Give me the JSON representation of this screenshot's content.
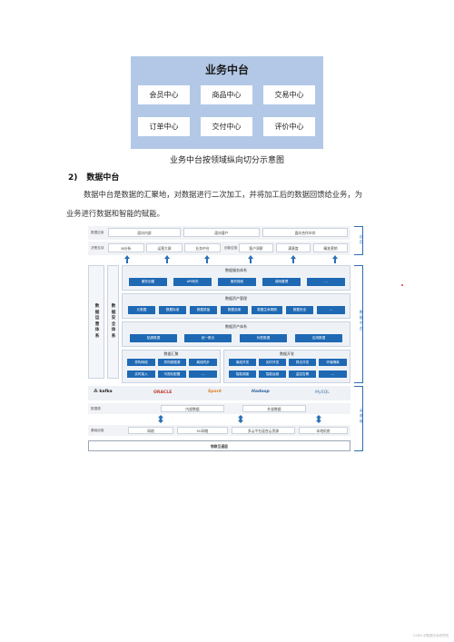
{
  "business_platform": {
    "title": "业务中台",
    "modules": [
      "会员中心",
      "商品中心",
      "交易中心",
      "订单中心",
      "交付中心",
      "评价中心"
    ],
    "caption": "业务中台按领域纵向切分示意图"
  },
  "section": {
    "number": "2)",
    "title": "数据中台"
  },
  "paragraph": {
    "line1": "数据中台是数据的汇聚地，对数据进行二次加工，并将加工后的数据回馈给业务，为",
    "line2": "业务进行数据和智能的赋能。"
  },
  "diagram": {
    "top_rows": {
      "row1_label": "数据应用",
      "row1_items": [
        "面向内部",
        "面向客户",
        "面向合作伙伴"
      ],
      "row2_label_a": "决策支持",
      "row2_items_a": [
        "BI分析",
        "运营大屏",
        "业务中台"
      ],
      "row2_label_b": "创新应用",
      "row2_items_b": [
        "客户洞察",
        "满意度",
        "精准营销"
      ],
      "bracket_label": "应用"
    },
    "left_columns": [
      "数据运营体系",
      "数据安全体系"
    ],
    "service_system": {
      "title": "数据服务体系",
      "items": [
        "服务创建",
        "API网关",
        "服务授权",
        "调用管理",
        "..."
      ]
    },
    "asset_mgmt": {
      "title": "数据资产管理",
      "items": [
        "元数据",
        "数据标准",
        "数据质量",
        "数据血缘",
        "数据生命周期",
        "数据安全",
        "..."
      ]
    },
    "asset_system": {
      "title": "数据资产体系",
      "items": [
        "贴源数据",
        "统一数仓",
        "标签数据",
        "应用数据"
      ]
    },
    "aggregation": {
      "title": "数据汇聚",
      "items": [
        "异构网络",
        "异构数据源",
        "离线同步",
        "实时接入",
        "可视化配置",
        "..."
      ]
    },
    "development": {
      "title": "数据开发",
      "items": [
        "离线开发",
        "实时开发",
        "算法开发",
        "环境隔离",
        "智能调度",
        "智能运维",
        "监控告警",
        "..."
      ]
    },
    "platform_label": "数据中台",
    "tech": [
      "kafka",
      "ORACLE",
      "Spark",
      "Hadoop",
      "MySQL"
    ],
    "sources": {
      "label": "数据源",
      "items": [
        "内部数据",
        "外部数据"
      ]
    },
    "infra": {
      "label": "基础设施",
      "items": [
        "网络",
        "5G网络",
        "多云平台混合云资源",
        "本地机房"
      ]
    },
    "iot": "物联互通层",
    "base_label": "云底座"
  },
  "watermark": "CSDN @数据中台研究院"
}
